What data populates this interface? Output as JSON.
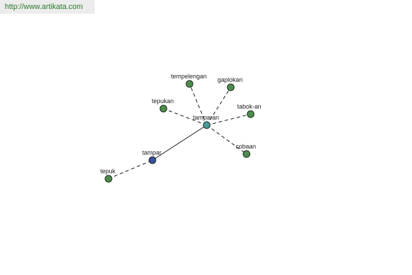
{
  "header": {
    "url": "http://www.artikata.com"
  },
  "colors": {
    "url_text": "#2a7a2a",
    "url_bg": "#ececec",
    "leaf_node": "#4e8c4e",
    "center_node": "#4a9a9a",
    "root_node": "#3a4ea0",
    "edge": "#111111",
    "node_stroke": "#1e2e1e"
  },
  "graph": {
    "nodes": [
      {
        "id": "tamparan",
        "label": "tamparan",
        "kind": "center"
      },
      {
        "id": "tampar",
        "label": "tampar",
        "kind": "root"
      },
      {
        "id": "tepuk",
        "label": "tepuk",
        "kind": "leaf"
      },
      {
        "id": "tepukan",
        "label": "tepukan",
        "kind": "leaf"
      },
      {
        "id": "tempelengan",
        "label": "tempelengan",
        "kind": "leaf"
      },
      {
        "id": "gaplokan",
        "label": "gaplokan",
        "kind": "leaf"
      },
      {
        "id": "tabok-an",
        "label": "tabok-an",
        "kind": "leaf"
      },
      {
        "id": "cobaan",
        "label": "cobaan",
        "kind": "leaf"
      }
    ],
    "edges": [
      {
        "from": "tampar",
        "to": "tamparan",
        "style": "solid"
      },
      {
        "from": "tepuk",
        "to": "tampar",
        "style": "dashed"
      },
      {
        "from": "tamparan",
        "to": "tepukan",
        "style": "dashed"
      },
      {
        "from": "tamparan",
        "to": "tempelengan",
        "style": "dashed"
      },
      {
        "from": "tamparan",
        "to": "gaplokan",
        "style": "dashed"
      },
      {
        "from": "tamparan",
        "to": "tabok-an",
        "style": "dashed"
      },
      {
        "from": "tamparan",
        "to": "cobaan",
        "style": "dashed"
      }
    ]
  }
}
